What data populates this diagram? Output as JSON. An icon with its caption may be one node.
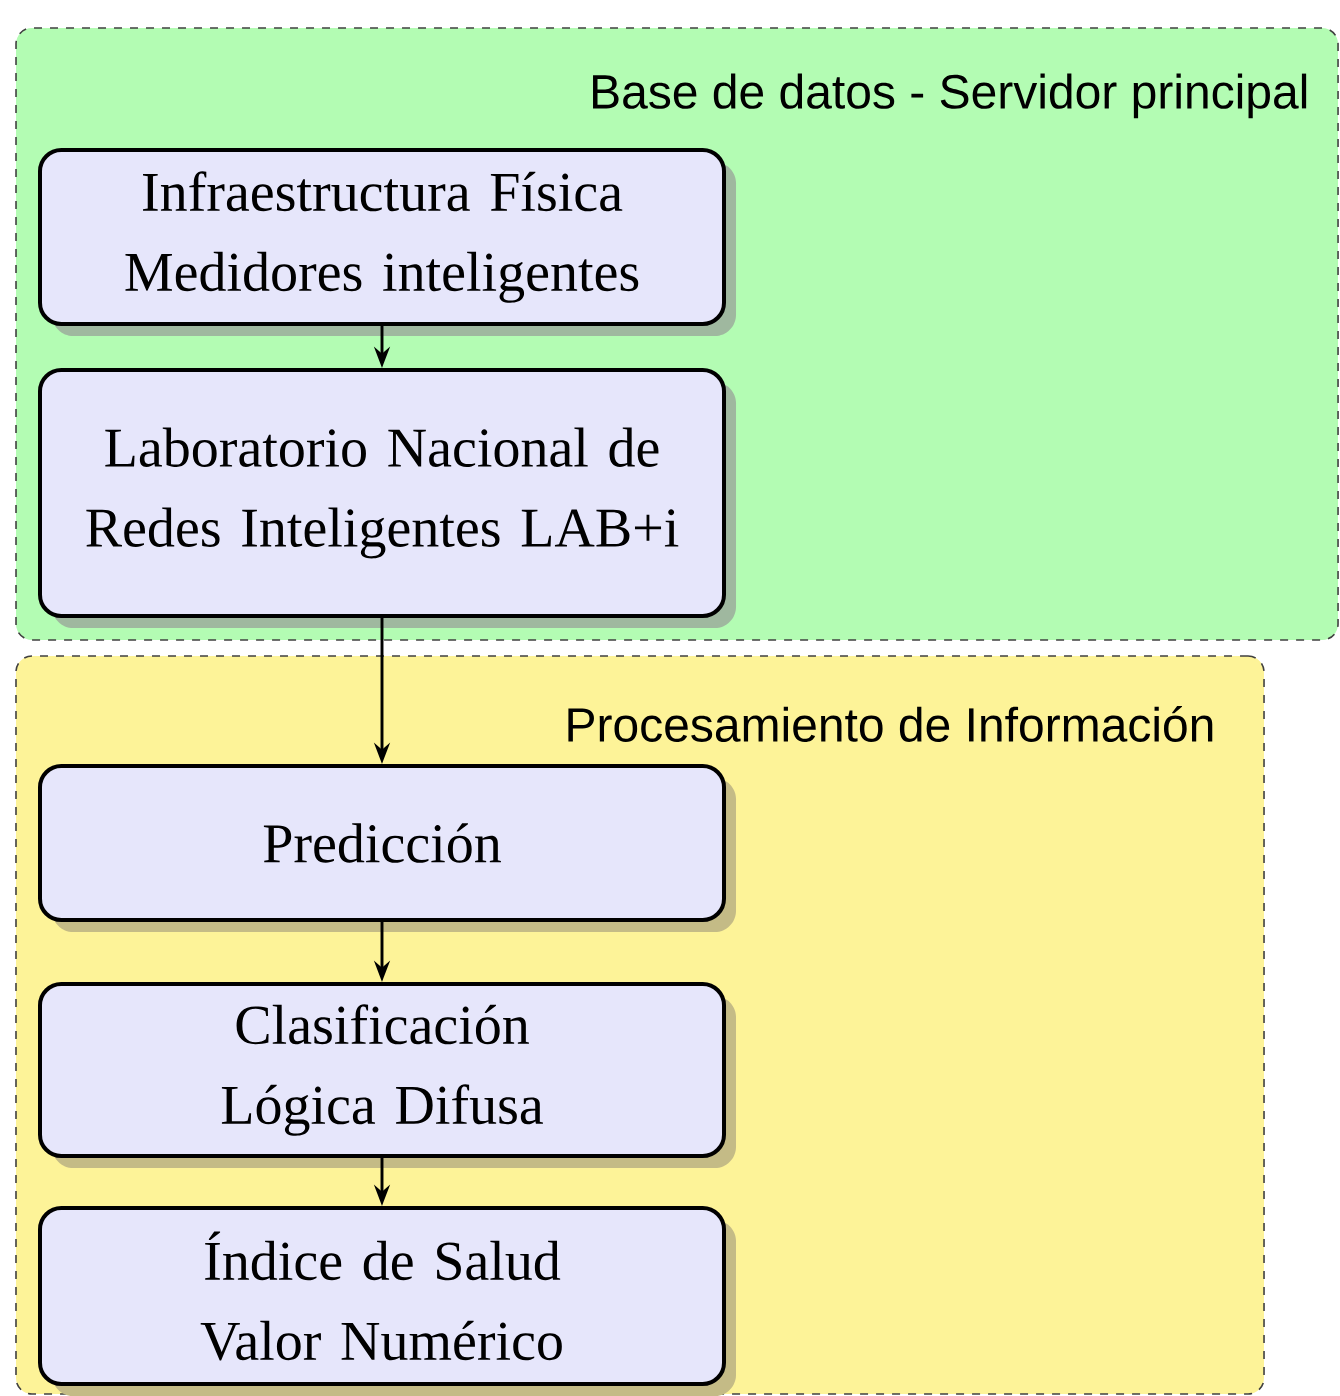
{
  "diagram": {
    "nodes": [
      {
        "text": [
          "Base de datos - Servidor principal"
        ]
      },
      {
        "text": [
          "Infraestructura Física Medidores inteligentes"
        ],
        "in": 0
      },
      {
        "text": [
          "Laboratorio Nacional de Redes Inteligentes LAB+i"
        ],
        "in": 0
      },
      {
        "text": [
          "Procesamiento de Información"
        ]
      },
      {
        "text": [
          "Predicción"
        ],
        "in": 3
      },
      {
        "text": [
          "Clasificación Lógica Difusa"
        ],
        "in": 3
      },
      {
        "text": [
          "Índice de Salud Valor Numérico"
        ],
        "in": 3
      }
    ],
    "edges": [
      {
        "from": 1,
        "to": 2,
        "arrow": "to"
      },
      {
        "from": 2,
        "to": 4,
        "arrow": "to"
      },
      {
        "from": 4,
        "to": 5,
        "arrow": "to"
      },
      {
        "from": 5,
        "to": 6,
        "arrow": "to"
      }
    ]
  }
}
